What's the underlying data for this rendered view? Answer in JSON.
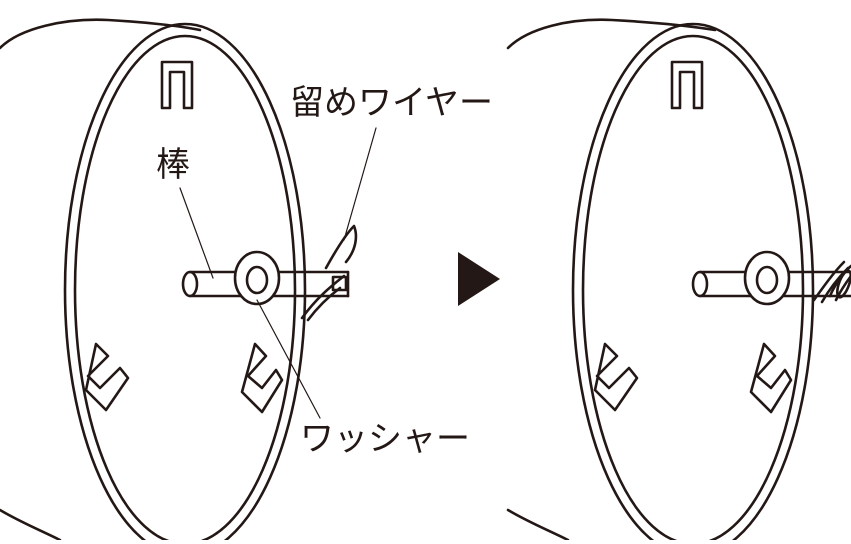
{
  "labels": {
    "retaining_wire": "留めワイヤー",
    "rod": "棒",
    "washer": "ワッシャー"
  },
  "arrow_icon": "right-pointing-triangle",
  "colors": {
    "line": "#231815",
    "background": "#ffffff"
  }
}
